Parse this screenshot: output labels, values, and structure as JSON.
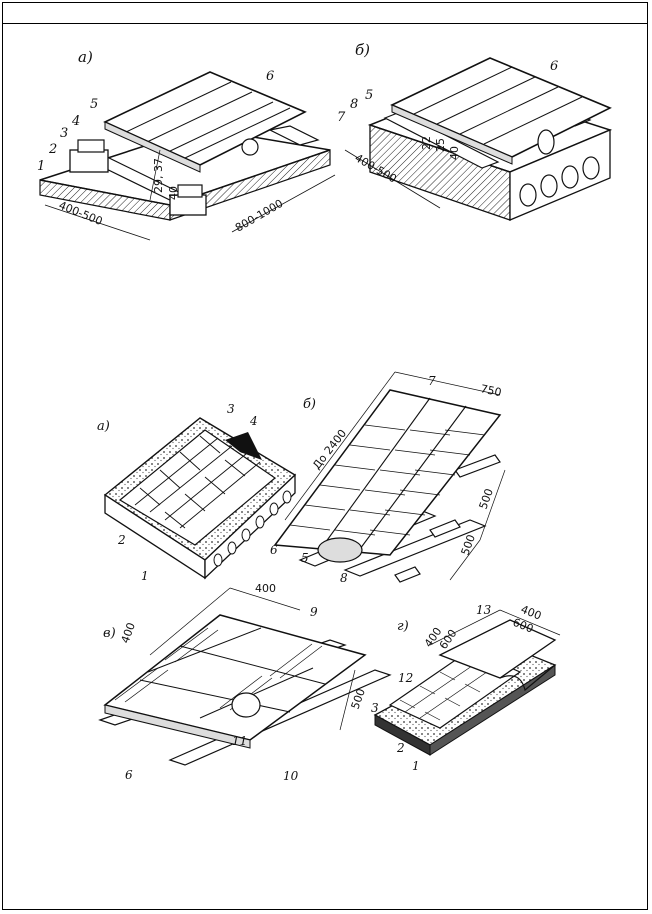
{
  "figure_top": {
    "panel_a": {
      "label": "а)",
      "callouts": [
        "1",
        "2",
        "3",
        "4",
        "5",
        "6"
      ],
      "dims": {
        "thickness": "29, 37",
        "gap": "40",
        "width": "400-500",
        "length": "800-1000"
      }
    },
    "panel_b": {
      "label": "б)",
      "callouts": [
        "5",
        "6",
        "7",
        "8"
      ],
      "dims": {
        "d1": "22",
        "d2": "25",
        "d3": "40",
        "width": "400-500"
      }
    }
  },
  "figure_bottom": {
    "panel_a": {
      "label": "а)",
      "callouts": [
        "1",
        "2",
        "3",
        "4"
      ]
    },
    "panel_b": {
      "label": "б)",
      "callouts": [
        "5",
        "6",
        "7",
        "8"
      ],
      "dims": {
        "length": "До 2400",
        "width": "750",
        "span1": "500",
        "span2": "500"
      }
    },
    "panel_v": {
      "label": "в)",
      "callouts": [
        "6",
        "9",
        "10",
        "11"
      ],
      "dims": {
        "top": "400",
        "side": "400",
        "span": "500"
      }
    },
    "panel_g": {
      "label": "г)",
      "callouts": [
        "1",
        "2",
        "3",
        "12",
        "13"
      ],
      "dims": {
        "a": "400",
        "b": "600",
        "c": "400",
        "d": "600"
      }
    }
  },
  "colors": {
    "ink": "#111111",
    "paper": "#ffffff"
  }
}
